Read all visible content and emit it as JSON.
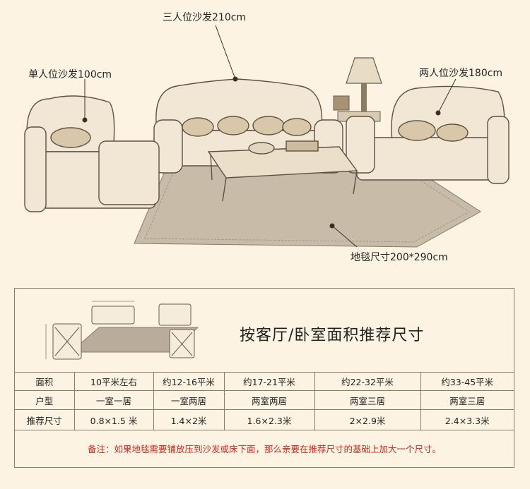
{
  "callouts": {
    "three_seat": "三人位沙发210cm",
    "single_seat": "单人位沙发100cm",
    "two_seat": "两人位沙发180cm",
    "rug": "地毯尺寸200*290cm"
  },
  "colors": {
    "background": "#fdf3e3",
    "line": "#8a7a66",
    "note": "#c8281e",
    "rug": "#b9ac9a"
  },
  "panel": {
    "title": "按客厅/卧室面积推荐尺寸"
  },
  "table": {
    "rows": [
      [
        "面积",
        "10平米左右",
        "约12-16平米",
        "约17-21平米",
        "约22-32平米",
        "约33-45平米"
      ],
      [
        "户型",
        "一室一居",
        "一室两居",
        "两室两居",
        "两室三居",
        "两室三居"
      ],
      [
        "推荐尺寸",
        "0.8×1.5 米",
        "1.4×2米",
        "1.6×2.3米",
        "2×2.9米",
        "2.4×3.3米"
      ]
    ]
  },
  "note": "备注：如果地毯需要铺放压到沙发或床下面，那么亲要在推荐尺寸的基础上加大一个尺寸。"
}
